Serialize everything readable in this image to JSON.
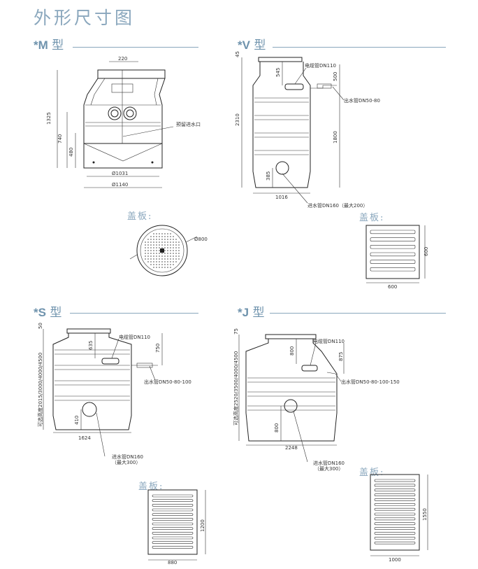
{
  "title": "外形尺寸图",
  "sections": {
    "m": {
      "prefix": "*M",
      "suffix": " 型",
      "dims": {
        "top_width": "220",
        "height": "1325",
        "d1": "740",
        "d2": "480",
        "dia_inner": "Ø1031",
        "dia_outer": "Ø1140"
      },
      "callout_inlet": "预留进水口",
      "lid_caption": "盖板:",
      "lid_dia": "Ø800"
    },
    "v": {
      "prefix": "*V",
      "suffix": " 型",
      "dims": {
        "top": "45",
        "d545": "545",
        "d500": "500",
        "height": "2310",
        "d1800": "1800",
        "d385": "385",
        "width": "1016"
      },
      "callout_cable": "电缆管DN110",
      "callout_outlet": "出水管DN50-80",
      "callout_inlet": "进水管DN160（最大200）",
      "lid_caption": "盖板:",
      "lid_h": "600",
      "lid_w": "600"
    },
    "s": {
      "prefix": "*S",
      "suffix": " 型",
      "dims": {
        "top": "50",
        "d635": "635",
        "d750": "750",
        "d410": "410",
        "width": "1624",
        "vertical_label": "可选高度2015/3000/4000/4500"
      },
      "callout_cable": "电缆管DN110",
      "callout_outlet": "出水管DN50-80-100",
      "callout_inlet_1": "进水管DN160",
      "callout_inlet_2": "（最大300）",
      "lid_caption": "盖板:",
      "lid_h": "1200",
      "lid_w": "880"
    },
    "j": {
      "prefix": "*J",
      "suffix": " 型",
      "dims": {
        "top": "75",
        "d800a": "800",
        "d875": "875",
        "d800b": "800",
        "width": "2248",
        "vertical_label": "可选高度2520/3500/4000/4500"
      },
      "callout_cable": "电缆管DN110",
      "callout_outlet": "出水管DN50-80-100-150",
      "callout_inlet_1": "进水管DN160",
      "callout_inlet_2": "（最大300）",
      "lid_caption": "盖板:",
      "lid_h": "1550",
      "lid_w": "1000"
    }
  }
}
